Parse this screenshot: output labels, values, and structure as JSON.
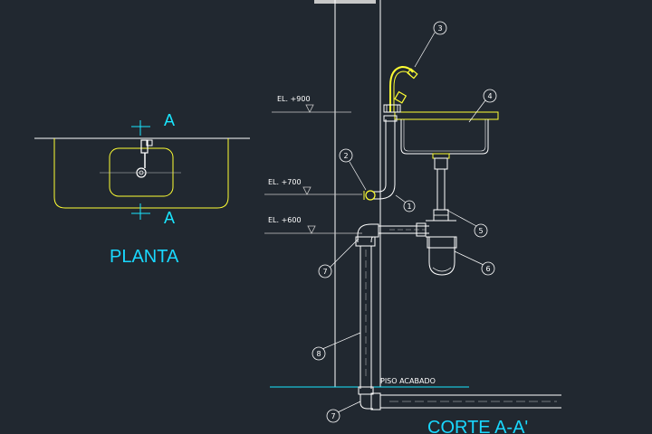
{
  "colors": {
    "background": "#212830",
    "line": "#ffffff",
    "grey": "#c8c8c8",
    "yellow": "#ffff33",
    "cyan": "#19e6ff",
    "title": "#19d8ff"
  },
  "plan": {
    "title": "PLANTA",
    "section_top": "A",
    "section_bottom": "A"
  },
  "section": {
    "title": "CORTE A-A'",
    "floor_label": "PISO ACABADO",
    "elevations": [
      "EL. +900",
      "EL. +700",
      "EL. +600"
    ]
  },
  "callouts": [
    "3",
    "4",
    "2",
    "1",
    "5",
    "6",
    "7",
    "8",
    "7"
  ]
}
